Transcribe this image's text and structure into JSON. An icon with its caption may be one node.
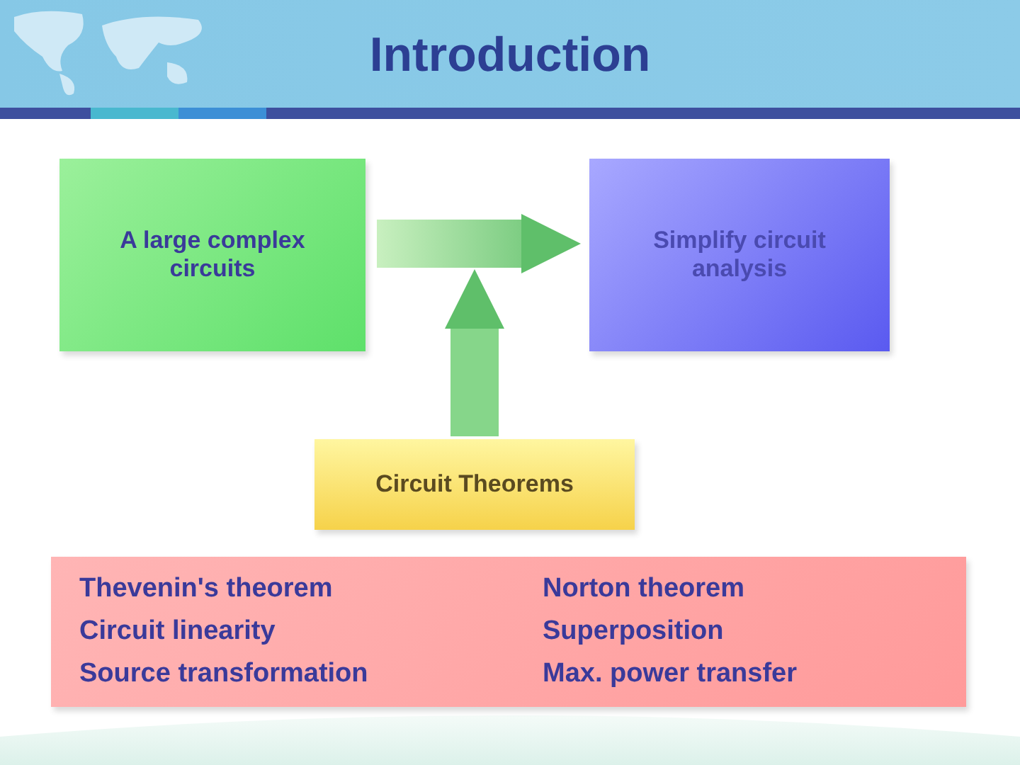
{
  "diagram": {
    "title": "Introduction",
    "nodes": [
      {
        "text": [
          "A large complex circuits"
        ]
      },
      {
        "text": [
          "Simplify circuit analysis"
        ]
      },
      {
        "text": [
          "Circuit Theorems"
        ]
      },
      {
        "text": [
          "Thevenin's theorem",
          "Circuit linearity",
          "Source transformation",
          "Norton theorem",
          "Superposition",
          "Max. power transfer"
        ]
      }
    ],
    "edges": [
      {
        "from": 0,
        "to": 1,
        "arrow": "to"
      },
      {
        "from": 2,
        "to": 1,
        "arrow": "to"
      }
    ]
  }
}
